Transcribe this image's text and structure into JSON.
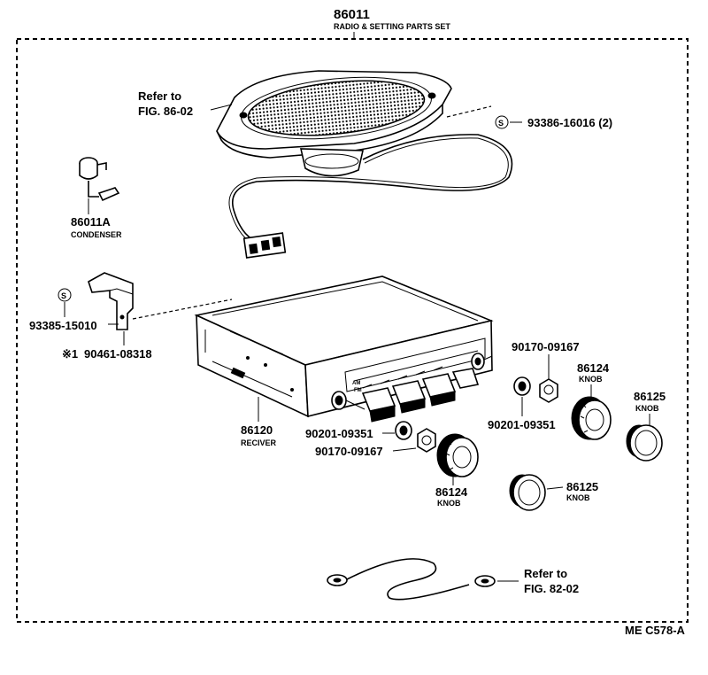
{
  "header": {
    "part_no": "86011",
    "part_name": "RADIO & SETTING PARTS SET"
  },
  "labels": {
    "speaker_ref": {
      "line1": "Refer to",
      "line2": "FIG. 86-02"
    },
    "speaker_screw": {
      "marker": "S",
      "text": "93386-16016 (2)"
    },
    "condenser": {
      "part_no": "86011A",
      "name": "CONDENSER"
    },
    "bracket_screw": {
      "marker": "S",
      "text": "93385-15010"
    },
    "bracket_bolt": {
      "marker": "※1",
      "text": "90461-08318"
    },
    "receiver": {
      "part_no": "86120",
      "name": "RECIVER"
    },
    "nut_right": "90170-09167",
    "washer_right": "90201-09351",
    "knob_right": {
      "part_no": "86124",
      "name": "KNOB"
    },
    "knob_cap_right": {
      "part_no": "86125",
      "name": "KNOB"
    },
    "washer_left": "90201-09351",
    "nut_left": "90170-09167",
    "knob_left": {
      "part_no": "86124",
      "name": "KNOB"
    },
    "knob_cap_left": {
      "part_no": "86125",
      "name": "KNOB"
    },
    "ground_ref": {
      "line1": "Refer to",
      "line2": "FIG. 82-02"
    }
  },
  "footer": {
    "code": "ME  C578-A"
  }
}
